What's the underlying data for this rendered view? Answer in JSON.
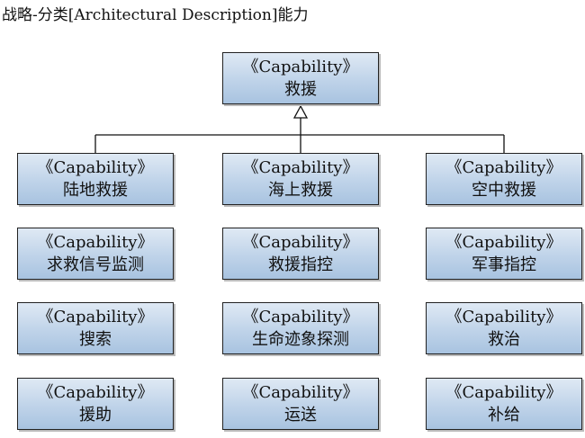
{
  "diagram": {
    "title": "战略-分类[Architectural Description]能力",
    "root": {
      "stereotype": "《Capability》",
      "name": "救援"
    },
    "children": [
      {
        "stereotype": "《Capability》",
        "name": "陆地救援"
      },
      {
        "stereotype": "《Capability》",
        "name": "海上救援"
      },
      {
        "stereotype": "《Capability》",
        "name": "空中救援"
      }
    ],
    "others": [
      {
        "stereotype": "《Capability》",
        "name": "求救信号监测"
      },
      {
        "stereotype": "《Capability》",
        "name": "救援指控"
      },
      {
        "stereotype": "《Capability》",
        "name": "军事指控"
      },
      {
        "stereotype": "《Capability》",
        "name": "搜索"
      },
      {
        "stereotype": "《Capability》",
        "name": "生命迹象探测"
      },
      {
        "stereotype": "《Capability》",
        "name": "救治"
      },
      {
        "stereotype": "《Capability》",
        "name": "援助"
      },
      {
        "stereotype": "《Capability》",
        "name": "运送"
      },
      {
        "stereotype": "《Capability》",
        "name": "补给"
      }
    ],
    "relationship": "generalization"
  }
}
